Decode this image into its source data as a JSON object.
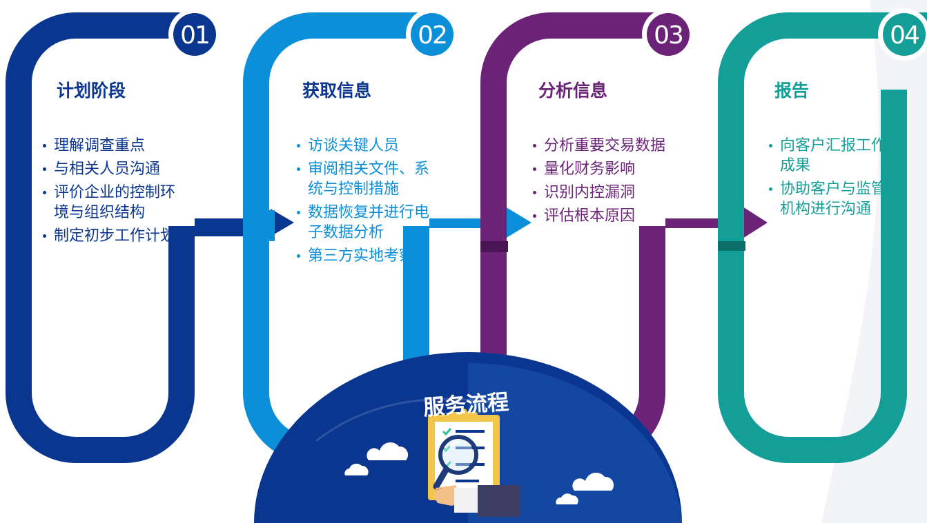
{
  "center_title": "服务流程",
  "stages": [
    {
      "number": "01",
      "title": "计划阶段",
      "color": "#0b3690",
      "items": [
        "理解调查重点",
        "与相关人员沟通",
        "评价企业的控制环境与组织结构",
        "制定初步工作计划"
      ]
    },
    {
      "number": "02",
      "title": "获取信息",
      "color": "#0a8fd8",
      "items": [
        "访谈关键人员",
        "审阅相关文件、系统与控制措施",
        "数据恢复并进行电子数据分析",
        "第三方实地考察"
      ]
    },
    {
      "number": "03",
      "title": "分析信息",
      "color": "#6b2377",
      "items": [
        "分析重要交易数据",
        "量化财务影响",
        "识别内控漏洞",
        "评估根本原因"
      ]
    },
    {
      "number": "04",
      "title": "报告",
      "color": "#139e97",
      "items": [
        "向客户汇报工作成果",
        "协助客户与监管机构进行沟通"
      ]
    }
  ],
  "icons": {
    "cloud": "cloud-icon",
    "clipboard": "clipboard-checklist-icon",
    "magnifier": "magnifier-icon",
    "hand": "hand-icon"
  }
}
